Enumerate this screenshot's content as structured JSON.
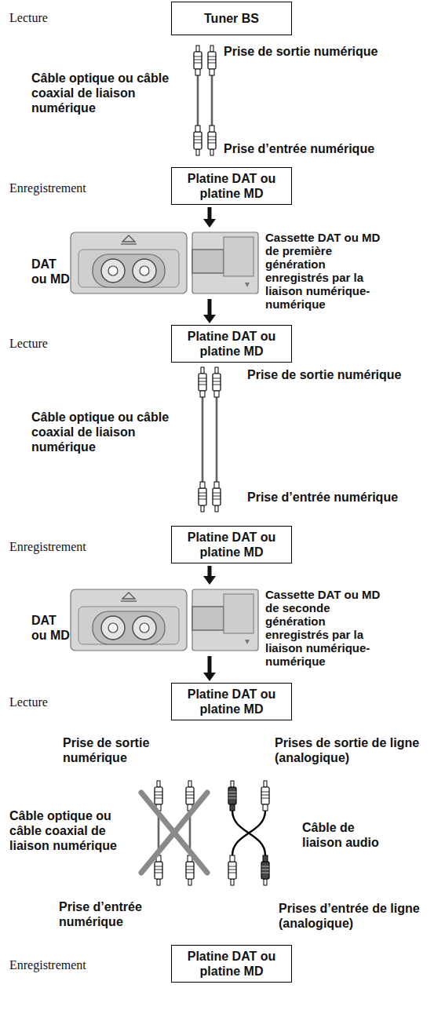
{
  "diagram": {
    "nodes": [
      {
        "text": [
          "Tuner BS"
        ]
      },
      {
        "text": [
          "Platine DAT ou platine MD"
        ]
      },
      {
        "text": [
          "Platine DAT ou platine MD"
        ]
      },
      {
        "text": [
          "Platine DAT ou platine MD"
        ]
      },
      {
        "text": [
          "Platine DAT ou platine MD"
        ]
      },
      {
        "text": [
          "Platine DAT ou platine MD"
        ]
      }
    ],
    "edges": [
      {
        "from": 1,
        "to": 2,
        "arrow": "to"
      },
      {
        "from": 3,
        "to": 4,
        "arrow": "to"
      }
    ],
    "labels": [
      "Lecture",
      "Câble optique ou câble coaxial de liaison numérique",
      "Prise de sortie numérique",
      "Prise d’entrée numérique",
      "Enregistrement",
      "DAT ou MD",
      "Cassette DAT ou MD de première génération enregistrés par la liaison numérique-numérique",
      "Lecture",
      "Câble optique ou câble coaxial de liaison numérique",
      "Prise de sortie numérique",
      "Prise d’entrée numérique",
      "Enregistrement",
      "DAT ou MD",
      "Cassette DAT ou MD de seconde génération enregistrés par la liaison numérique-numérique",
      "Lecture",
      "Prise de sortie numérique",
      "Prises de sortie de ligne (analogique)",
      "Câble optique ou câble coaxial de liaison numérique",
      "Câble de liaison audio",
      "Prise d’entrée numérique",
      "Prises d’entrée de ligne (analogique)",
      "Enregistrement"
    ]
  }
}
